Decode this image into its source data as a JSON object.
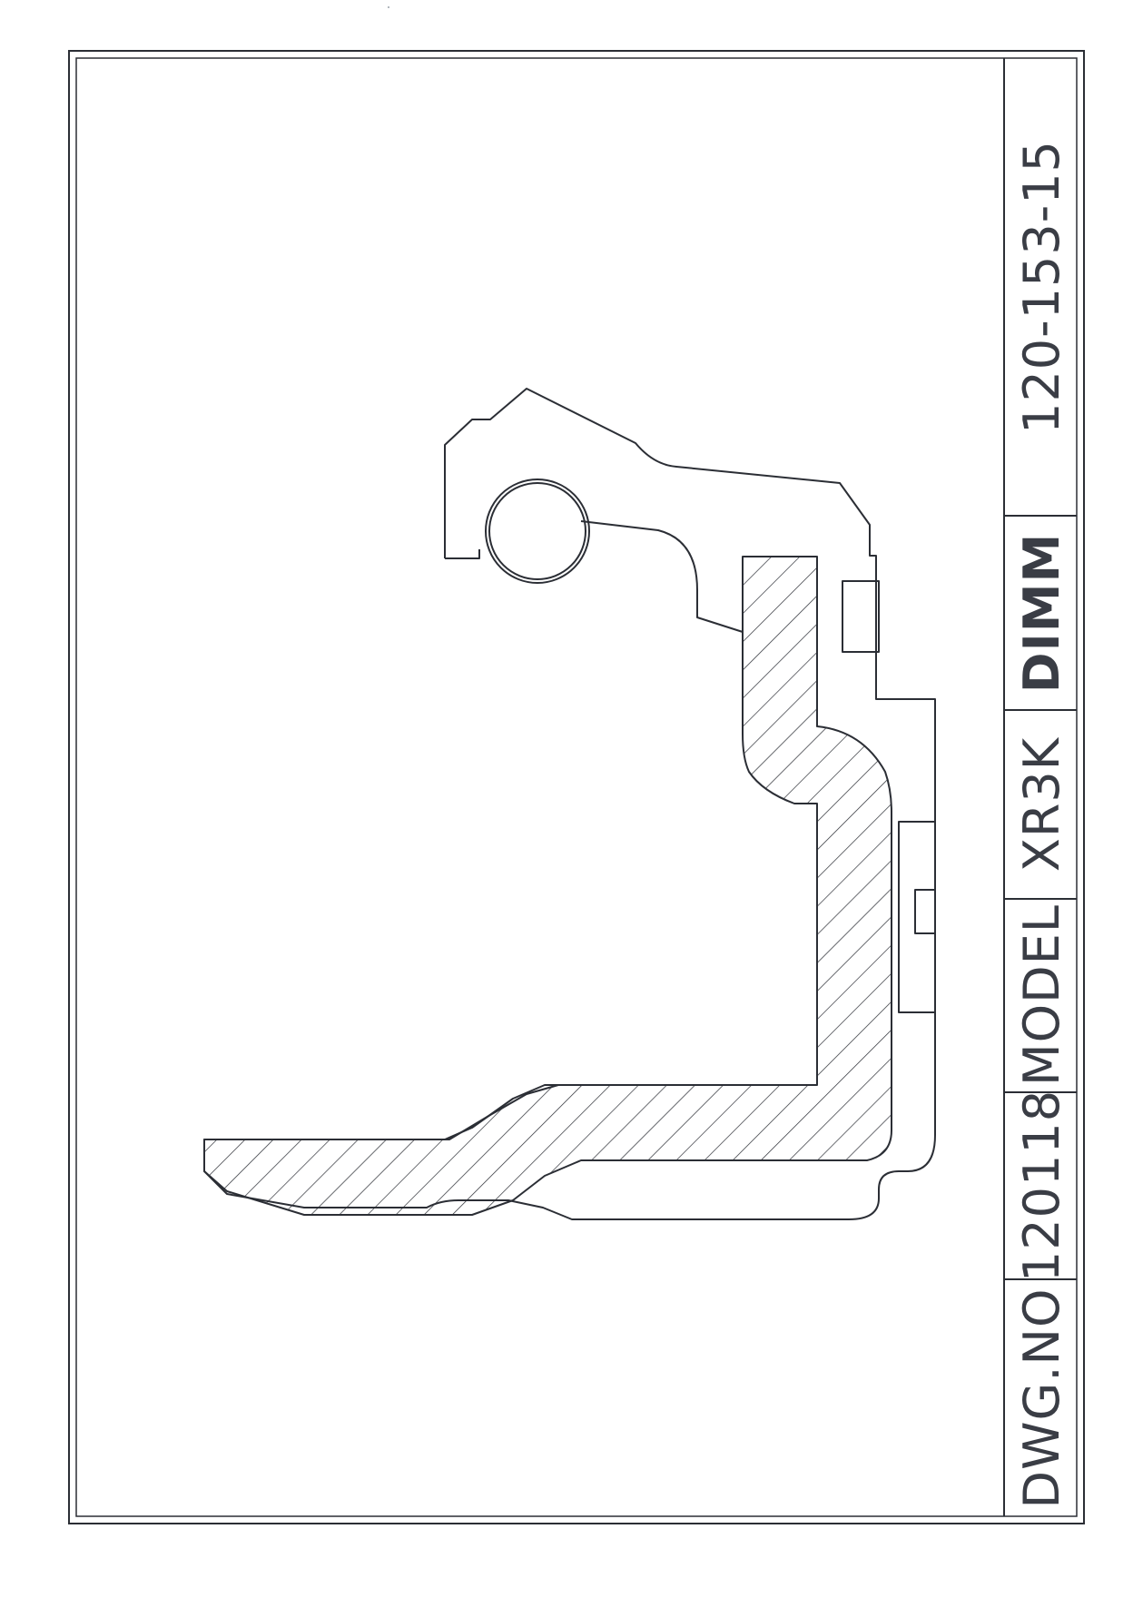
{
  "title_block": {
    "dwg_no_label": "DWG.NO",
    "dwg_no_value": "120118",
    "model_label": "MODEL",
    "model_value": "XR3K",
    "dimm_label": "DIMM",
    "dimm_value": "120-153-15"
  },
  "colors": {
    "line": "#2b2e35",
    "text": "#3a3d45",
    "paper": "#ffffff"
  }
}
